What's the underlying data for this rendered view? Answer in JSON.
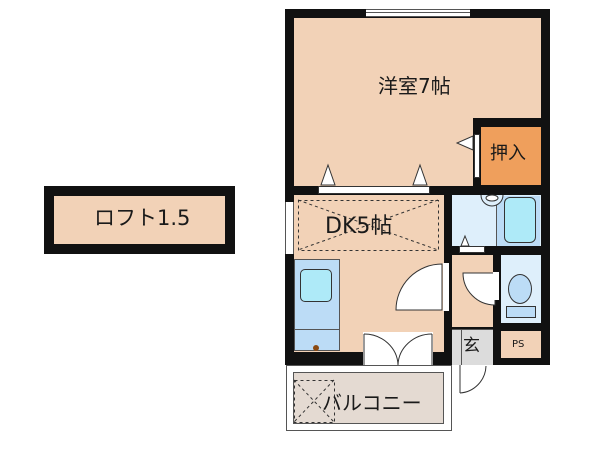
{
  "floorplan": {
    "rooms": {
      "western_room": {
        "label": "洋室7帖",
        "size_jo": 7
      },
      "closet": {
        "label": "押入"
      },
      "dk": {
        "label": "DK5帖",
        "size_jo": 5
      },
      "entrance": {
        "label": "玄"
      },
      "pipe_space": {
        "label": "PS"
      },
      "balcony": {
        "label": "バルコニー"
      },
      "loft": {
        "label": "ロフト1.5",
        "size_jo": 1.5
      }
    },
    "colors": {
      "room_fill": "#f2d2b7",
      "closet_fill": "#ef9f5c",
      "wet_area_fill": "#deeffb",
      "fixture_fill": "#aeeaf8",
      "entrance_fill": "#dcdcdc",
      "balcony_fill": "#e4dad2",
      "wall": "#111111"
    }
  }
}
